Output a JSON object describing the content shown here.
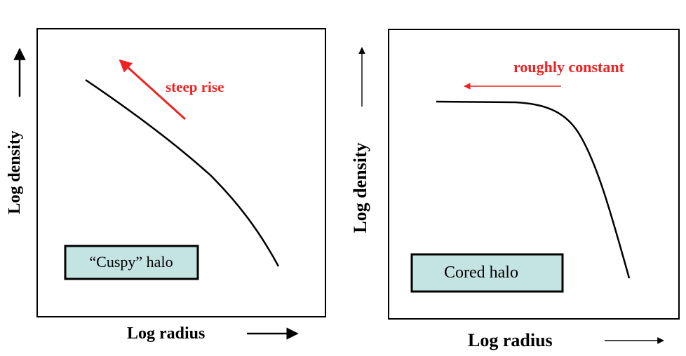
{
  "panels": [
    {
      "id": "cuspy",
      "x_label": "Log  radius",
      "y_label": "Log  density",
      "annotation": "steep rise",
      "box_label": "“Cuspy” halo"
    },
    {
      "id": "cored",
      "x_label": "Log  radius",
      "y_label": "Log  density",
      "annotation": "roughly constant",
      "box_label": "Cored  halo"
    }
  ],
  "colors": {
    "annotation": "#ee2222",
    "box_fill": "#c4e4e2",
    "line": "#000000"
  }
}
